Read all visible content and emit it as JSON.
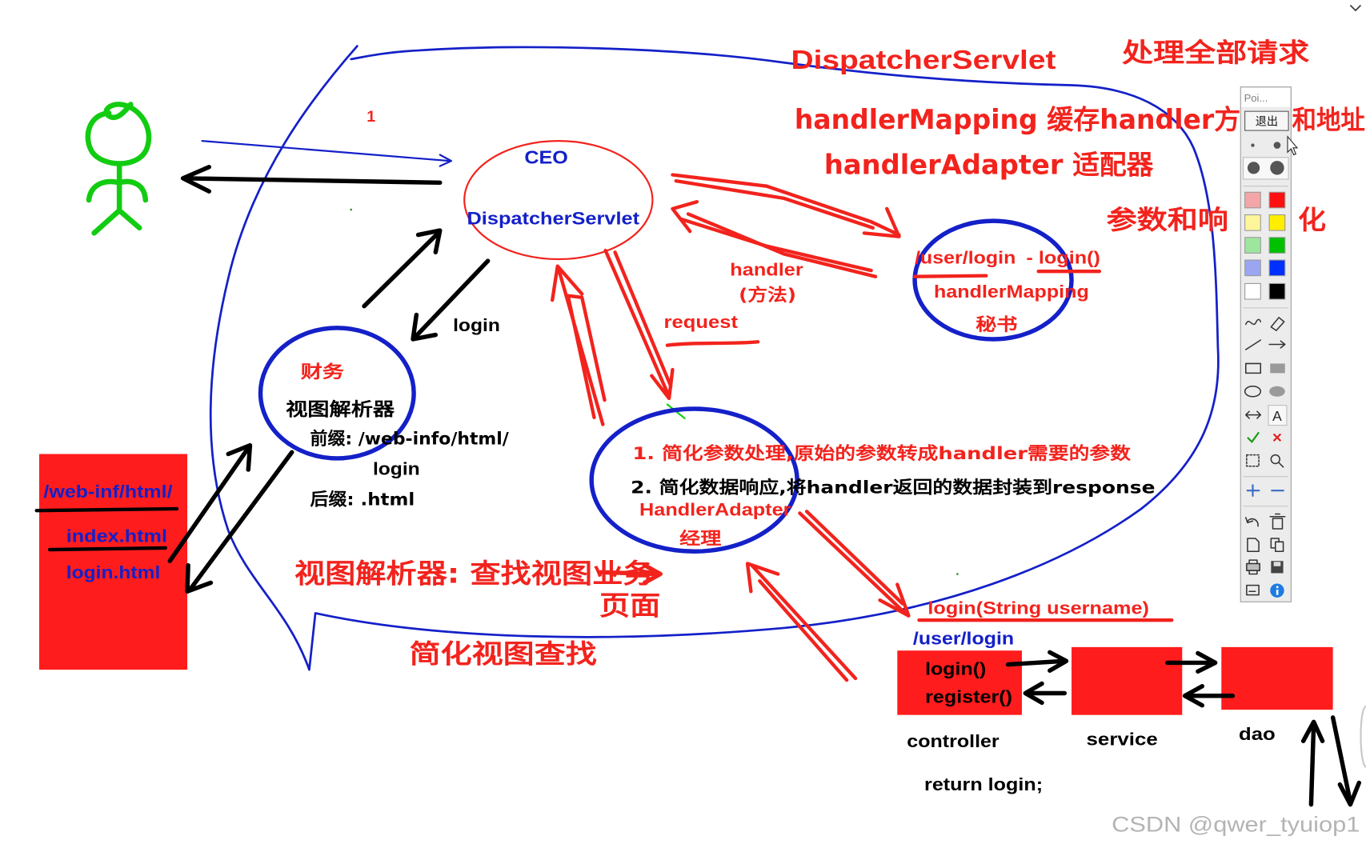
{
  "colors": {
    "ink_red": "#f2231d",
    "ink_blue": "#1420c8",
    "ink_green": "#12cc12",
    "ink_black": "#000000",
    "box_red": "#ff1c1c",
    "watermark_gray": "#b4b4b4"
  },
  "header": {
    "dispatcher_title": "DispatcherServlet",
    "dispatcher_desc": "处理全部请求",
    "mapping_line_a": "handlerMapping 缓存handler方",
    "mapping_line_b": "和地址",
    "adapter_line": "handlerAdapter 适配器",
    "params_a": "参数和响",
    "params_b": "化"
  },
  "step_marker": "1",
  "ceo_node": {
    "role": "CEO",
    "name": "DispatcherServlet"
  },
  "flow_labels": {
    "handler": "handler",
    "handler_note": "(方法)",
    "request": "request",
    "login": "login"
  },
  "mapping_node": {
    "path": "/user/login",
    "method": "- login()",
    "name": "handlerMapping",
    "role": "秘书"
  },
  "resolver_node": {
    "role": "财务",
    "name": "视图解析器",
    "prefix": "前缀: /web-info/html/",
    "page": "login",
    "suffix": "后缀: .html"
  },
  "pages_box": {
    "folder": "/web-inf/html/",
    "files": [
      "index.html",
      "login.html"
    ]
  },
  "adapter_node": {
    "point_1": "1. 简化参数处理,原始的参数转成handler需要的参数",
    "point_2": "2. 简化数据响应,将handler返回的数据封装到response",
    "name": "HandlerAdapter",
    "role": "经理"
  },
  "notes": {
    "resolver_note": "视图解析器: 查找视图业务",
    "resolver_note_tail": "页面",
    "simplify_note": "简化视图查找"
  },
  "controller_area": {
    "signature": "login(String username)",
    "path": "/user/login",
    "methods": [
      "login()",
      "register()"
    ],
    "layers": [
      "controller",
      "service",
      "dao"
    ],
    "return_stmt": "return login;"
  },
  "toolbar": {
    "title": "Poi...",
    "exit_label": "退出",
    "text_tool_glyph": "A",
    "palette": [
      "#f4a6a6",
      "#ff1010",
      "#fff59a",
      "#ffee00",
      "#9ee69e",
      "#00c000",
      "#9aa6f2",
      "#0030ff",
      "#ffffff",
      "#000000"
    ],
    "icons": [
      "freehand",
      "eraser",
      "line",
      "arrow",
      "rectangle",
      "filled-rectangle",
      "ellipse",
      "filled-ellipse",
      "double-arrow",
      "text",
      "check",
      "close",
      "crop",
      "zoom",
      "zoom-in",
      "zoom-out",
      "undo",
      "trash",
      "new-page",
      "copy",
      "print",
      "save",
      "screen",
      "info"
    ]
  },
  "watermark": "CSDN @qwer_tyuiop1"
}
